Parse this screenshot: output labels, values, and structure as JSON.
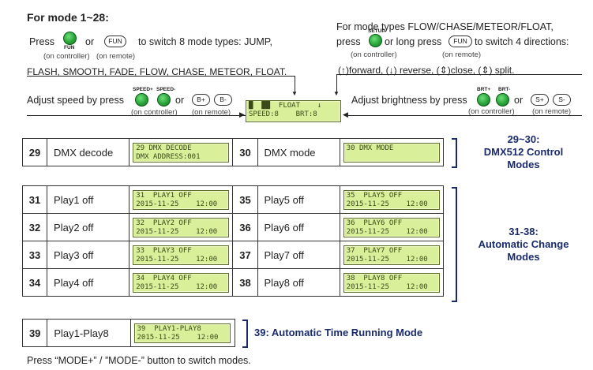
{
  "header": {
    "title": "For mode 1~28:"
  },
  "left": {
    "press": "Press",
    "or": "or",
    "switch_text": "to switch 8 mode types: JUMP,",
    "on_controller": "(on controller)",
    "on_remote": "(on remote)",
    "types_line": "FLASH, SMOOTH, FADE, FLOW, CHASE, METEOR, FLOAT.",
    "fun_label": "FUN",
    "fun_pill": "FUN"
  },
  "right": {
    "line1": "For mode types FLOW/CHASE/METEOR/FLOAT,",
    "press": "press",
    "setup_label": "SETUP",
    "middle": "or long press",
    "fun_pill": "FUN",
    "switch_text": "to switch 4 directions:",
    "on_controller": "(on controller)",
    "on_remote": "(on remote)",
    "directions": "(↑)forward, (↓) reverse, (⇕)close, (⇕) split."
  },
  "speed": {
    "text": "Adjust speed by press",
    "or": "or",
    "btn1_label": "SPEED+",
    "btn2_label": "SPEED-",
    "pill1": "B+",
    "pill2": "B-",
    "on_controller": "(on controller)",
    "on_remote": "(on remote)"
  },
  "center_lcd": {
    "line1": "█  ██  FLOAT    ↓",
    "line2": "SPEED:8    BRT:8"
  },
  "brightness": {
    "text": "Adjust brightness by press",
    "or": "or",
    "btn1_label": "BRT+",
    "btn2_label": "BRT-",
    "pill1": "S+",
    "pill2": "S-",
    "on_controller": "(on controller)",
    "on_remote": "(on remote)"
  },
  "dmx_row": {
    "num1": "29",
    "name1": "DMX decode",
    "lcd1_l1": "29 DMX DECODE",
    "lcd1_l2": "DMX ADDRESS:001",
    "num2": "30",
    "name2": "DMX mode",
    "lcd2_l1": "30 DMX MODE",
    "lcd2_l2": ""
  },
  "dmx_note": {
    "line1": "29~30:",
    "line2": "DMX512 Control",
    "line3": "Modes"
  },
  "play_rows": [
    {
      "num1": "31",
      "name1": "Play1 off",
      "l1a": "31  PLAY1 OFF",
      "l1b": "2015-11-25    12:00",
      "num2": "35",
      "name2": "Play5 off",
      "l2a": "35  PLAY5 OFF",
      "l2b": "2015-11-25    12:00"
    },
    {
      "num1": "32",
      "name1": "Play2 off",
      "l1a": "32  PLAY2 OFF",
      "l1b": "2015-11-25    12:00",
      "num2": "36",
      "name2": "Play6 off",
      "l2a": "36  PLAY6 OFF",
      "l2b": "2015-11-25    12:00"
    },
    {
      "num1": "33",
      "name1": "Play3 off",
      "l1a": "33  PLAY3 OFF",
      "l1b": "2015-11-25    12:00",
      "num2": "37",
      "name2": "Play7 off",
      "l2a": "37  PLAY7 OFF",
      "l2b": "2015-11-25    12:00"
    },
    {
      "num1": "34",
      "name1": "Play4 off",
      "l1a": "34  PLAY4 OFF",
      "l1b": "2015-11-25    12:00",
      "num2": "38",
      "name2": "Play8 off",
      "l2a": "38  PLAY8 OFF",
      "l2b": "2015-11-25    12:00"
    }
  ],
  "play_note": {
    "line1": "31-38:",
    "line2": "Automatic Change",
    "line3": "Modes"
  },
  "last_row": {
    "num": "39",
    "name": "Play1-Play8",
    "l1": "39  PLAY1-PLAY8",
    "l2": "2015-11-25    12:00"
  },
  "last_note": "39: Automatic Time Running Mode",
  "footer": "Press “MODE+” / ”MODE-” button to switch modes."
}
